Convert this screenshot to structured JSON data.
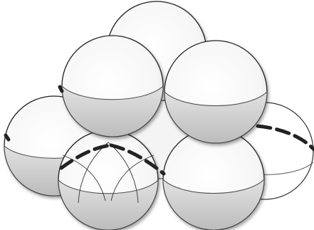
{
  "diagram": {
    "spheres": [
      {
        "id": "top-back"
      },
      {
        "id": "right-back"
      },
      {
        "id": "left-back"
      },
      {
        "id": "upper-left"
      },
      {
        "id": "upper-right"
      },
      {
        "id": "front-left"
      },
      {
        "id": "front-right"
      }
    ]
  }
}
